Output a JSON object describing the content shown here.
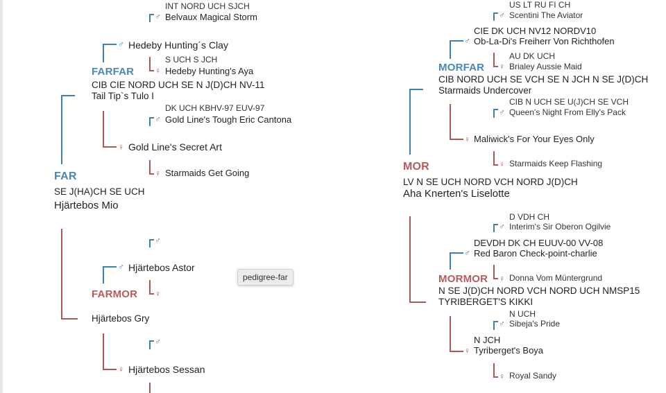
{
  "tooltip": "pedigree-far",
  "symbols": {
    "male": "♂",
    "female": "♀"
  },
  "colors": {
    "male": "#3f7fb0",
    "female": "#b25454",
    "male_label": "#4a86b4",
    "female_label": "#b85a5a"
  },
  "left": {
    "far": {
      "role": "FAR",
      "titles": "SE J(HA)CH SE UCH",
      "name": "Hjärtebos Mio"
    },
    "farfar": {
      "role": "FARFAR",
      "titles": "CIB CIE NORD UCH SE N J(D)CH NV-11",
      "name": "Tail Tip`s Tulo I"
    },
    "farfar_sire": {
      "name": "Hedeby Hunting´s Clay"
    },
    "farfar_sire_sire": {
      "titles": "INT NORD UCH SJCH",
      "name": "Belvaux Magical Storm"
    },
    "farfar_sire_dam": {
      "titles": "S UCH S JCH",
      "name": "Hedeby Hunting's Aya"
    },
    "farfar_dam": {
      "name": "Gold Line's Secret Art"
    },
    "farfar_dam_sire": {
      "titles": "DK UCH KBHV-97 EUV-97",
      "name": "Gold Line's Tough Eric Cantona"
    },
    "farfar_dam_dam": {
      "name": "Starmaids Get Going"
    },
    "farmor": {
      "role": "FARMOR",
      "name": "Hjärtebos Gry"
    },
    "farmor_sire": {
      "name": "Hjärtebos Astor"
    },
    "farmor_dam": {
      "name": "Hjärtebos Sessan"
    }
  },
  "right": {
    "mor": {
      "role": "MOR",
      "titles": "LV N SE UCH NORD VCH NORD J(D)CH",
      "name": "Aha Knerten's Liselotte"
    },
    "morfar": {
      "role": "MORFAR",
      "titles": "CIB NORD UCH SE VCH SE N JCH N SE J(D)CH",
      "name": "Starmaids Undercover"
    },
    "morfar_sire": {
      "titles": "CIE DK UCH NV12 NORDV10",
      "name": "Ob-La-Di's Freiherr Von Richthofen"
    },
    "morfar_sire_sire": {
      "titles": "US LT RU FI CH",
      "name": "Scentini The Aviator"
    },
    "morfar_sire_dam": {
      "titles": "AU DK UCH",
      "name": "Brialey Aussie Maid"
    },
    "morfar_dam": {
      "name": "Maliwick's For Your Eyes Only"
    },
    "morfar_dam_sire": {
      "titles": "CIB N UCH SE U(J)CH SE VCH",
      "name": "Queen's Night From Elly's Pack"
    },
    "morfar_dam_dam": {
      "name": "Starmaids Keep Flashing"
    },
    "mormor": {
      "role": "MORMOR",
      "titles": "N SE J(D)CH NORD VCH NORD UCH NMSP15",
      "name": "TYRIBERGET'S KIKKI"
    },
    "mormor_sire": {
      "titles": "DEVDH DK CH EUUV-00 VV-08",
      "name": "Red Baron Check-point-charlie"
    },
    "mormor_sire_sire": {
      "titles": "D VDH CH",
      "name": "Interim's Sir Oberon Ogilvie"
    },
    "mormor_sire_dam": {
      "name": "Donna Vom Müntergrund"
    },
    "mormor_dam": {
      "titles": "N JCH",
      "name": "Tyriberget's Boya"
    },
    "mormor_dam_sire": {
      "titles": "N UCH",
      "name": "Sibeja's Pride"
    },
    "mormor_dam_dam": {
      "name": "Royal Sandy"
    }
  }
}
